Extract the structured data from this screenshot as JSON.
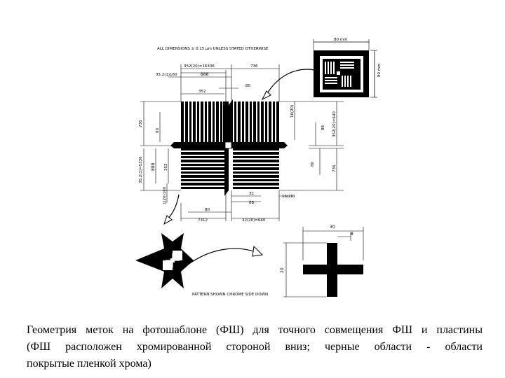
{
  "figure": {
    "header_note": "ALL DIMENSIONS ± 0.15 µm UNLESS STATED OTHERWISE",
    "footer_note": "PATTERN SHOWN CHROME SIDE DOWN",
    "mask": {
      "width_label": "80 mm",
      "height_label": "80 mm"
    },
    "dims": {
      "top_a": "352(20)=16336",
      "top_b": "736",
      "top_c": "35.2(1)160",
      "top_d": "888",
      "top_e": "80",
      "top_f": "352",
      "left_a": "736",
      "left_b": "80",
      "left_c": "35.2(1)=5336",
      "left_d": "888",
      "left_e": "352",
      "left_f": "1(20)160",
      "right_a": "16(20)",
      "right_b": "88",
      "right_c": "352(20)=640",
      "right_d": "80",
      "right_e": "736",
      "bottom_a": "32",
      "bottom_b": "88",
      "bottom_c": "16(20)",
      "bottom_d": "80",
      "bottom_e": "7312",
      "bottom_f": "32(20)=640"
    },
    "cross": {
      "width_label": "30",
      "arm_label": "8",
      "height_label": "20"
    }
  },
  "caption": {
    "line1": "Геометрия меток на фотошаблоне (ФШ) для точного совмещения ФШ и пластины",
    "line2": "(ФШ расположен хромированной стороной вниз; черные области - области",
    "line3": "покрытые пленкой хрома)"
  }
}
